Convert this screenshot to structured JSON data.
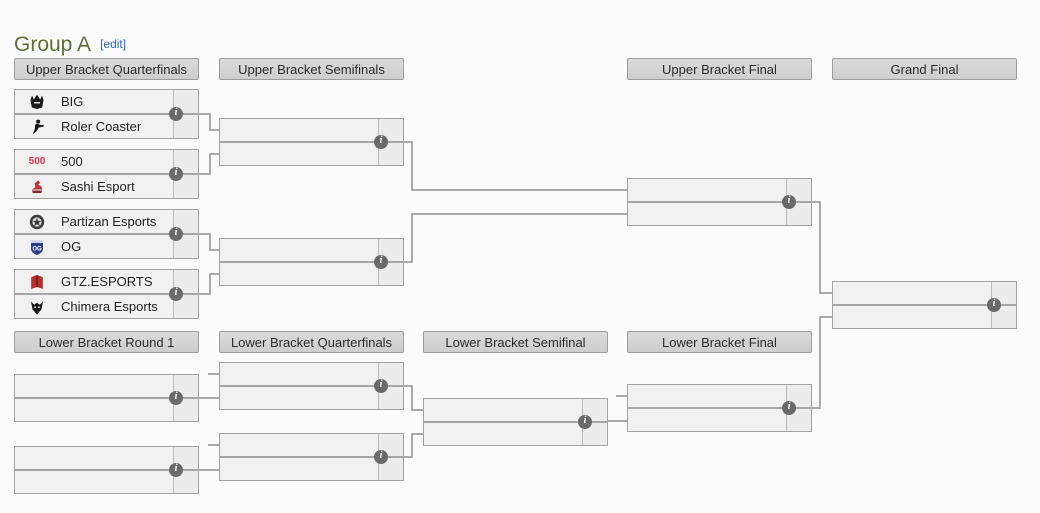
{
  "page": {
    "title": "Group A",
    "edit_label": "[edit]"
  },
  "colors": {
    "title_green": "#5e7032",
    "link_blue": "#3366cc",
    "header_gray": "#d4d4d4",
    "row_gray": "#f1f1f1",
    "connector_gray": "#ababab",
    "info_icon_gray": "#6a6a6a"
  },
  "icons": {
    "info": "i"
  },
  "rounds": {
    "ubqf": "Upper Bracket Quarterfinals",
    "ubsf": "Upper Bracket Semifinals",
    "ubf": "Upper Bracket Final",
    "gf": "Grand Final",
    "lbr1": "Lower Bracket Round 1",
    "lbqf": "Lower Bracket Quarterfinals",
    "lbsf": "Lower Bracket Semifinal",
    "lbf": "Lower Bracket Final"
  },
  "matches": {
    "ubqf1": {
      "top": {
        "name": "BIG",
        "logo": "big-bear-logo",
        "score": ""
      },
      "bottom": {
        "name": "Roler Coaster",
        "logo": "roler-coaster-logo",
        "score": ""
      }
    },
    "ubqf2": {
      "top": {
        "name": "500",
        "logo": "500-logo",
        "logo_text": "500",
        "score": ""
      },
      "bottom": {
        "name": "Sashi Esport",
        "logo": "sashi-esport-logo",
        "score": ""
      }
    },
    "ubqf3": {
      "top": {
        "name": "Partizan Esports",
        "logo": "partizan-esports-logo",
        "score": ""
      },
      "bottom": {
        "name": "OG",
        "logo": "og-logo",
        "score": ""
      }
    },
    "ubqf4": {
      "top": {
        "name": "GTZ.ESPORTS",
        "logo": "gtz-esports-logo",
        "score": ""
      },
      "bottom": {
        "name": "Chimera Esports",
        "logo": "chimera-esports-logo",
        "score": ""
      }
    }
  }
}
